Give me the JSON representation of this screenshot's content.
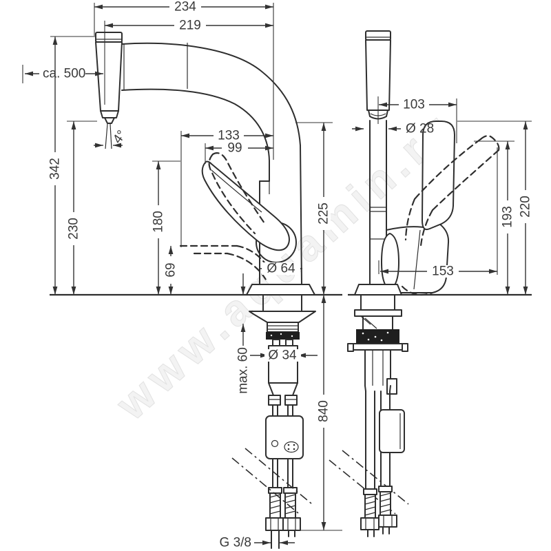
{
  "page": {
    "background": "#ffffff"
  },
  "drawing": {
    "type": "technical-dimension-drawing",
    "subject": "kitchen mixer faucet with pull-out spray, two projection views with installation dimensions",
    "line_color": "#2e2e2e",
    "watermark": "www.aquamin.ru",
    "dimensions": {
      "total_reach": "234",
      "spout_reach": "219",
      "pullout_hose_length": "ca. 500",
      "spout_height": "342",
      "outlet_clearance": "230",
      "spray_angle": "4°",
      "lever_reach_max": "133",
      "lever_reach": "99",
      "lever_height": "180",
      "lever_clearance": "69",
      "outlet_height": "225",
      "base_diameter": "Ø 64",
      "head_offset": "103",
      "spout_diameter": "Ø 28",
      "lever_raised_height": "193",
      "lever_top_height": "220",
      "lever_side_reach": "153",
      "max_counter_thickness": "max. 60",
      "shank_diameter": "Ø 34",
      "install_depth": "840",
      "connection_thread": "G 3/8"
    }
  }
}
